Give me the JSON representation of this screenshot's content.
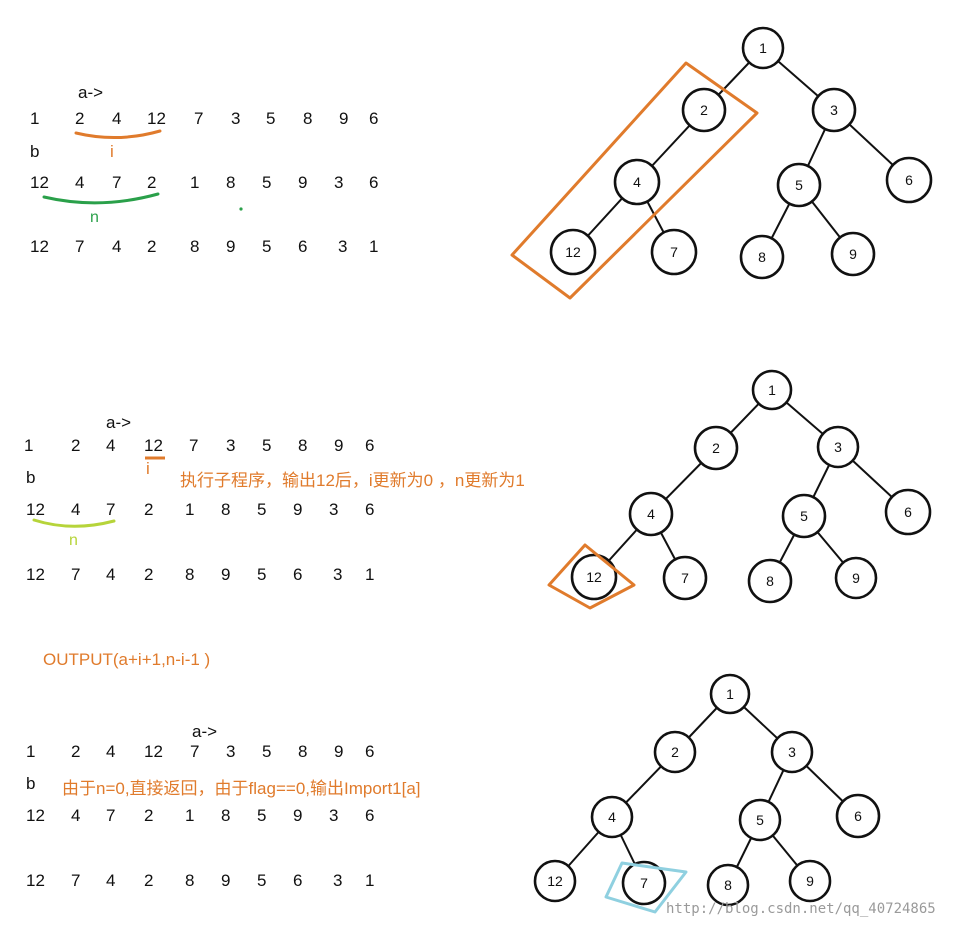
{
  "panels": [
    {
      "pointer": "a->",
      "rows": [
        [
          "1",
          "2",
          "4",
          "12",
          "7",
          "3",
          "5",
          "8",
          "9",
          "6"
        ],
        [
          "12",
          "4",
          "7",
          "2",
          "1",
          "8",
          "5",
          "9",
          "3",
          "6"
        ],
        [
          "12",
          "7",
          "4",
          "2",
          "8",
          "9",
          "5",
          "6",
          "3",
          "1"
        ]
      ],
      "b_label": "b",
      "i_label": "i",
      "n_label": "n",
      "tree": [
        "1",
        "2",
        "3",
        "4",
        "5",
        "6",
        "12",
        "7",
        "8",
        "9"
      ]
    },
    {
      "pointer": "a->",
      "rows": [
        [
          "1",
          "2",
          "4",
          "12",
          "7",
          "3",
          "5",
          "8",
          "9",
          "6"
        ],
        [
          "12",
          "4",
          "7",
          "2",
          "1",
          "8",
          "5",
          "9",
          "3",
          "6"
        ],
        [
          "12",
          "7",
          "4",
          "2",
          "8",
          "9",
          "5",
          "6",
          "3",
          "1"
        ]
      ],
      "b_label": "b",
      "i_label": "i",
      "n_label": "n",
      "note": "执行子程序，输出12后，i更新为0 ，n更新为1",
      "tree": [
        "1",
        "2",
        "3",
        "4",
        "5",
        "6",
        "12",
        "7",
        "8",
        "9"
      ]
    },
    {
      "pointer": "a->",
      "rows": [
        [
          "1",
          "2",
          "4",
          "12",
          "7",
          "3",
          "5",
          "8",
          "9",
          "6"
        ],
        [
          "12",
          "4",
          "7",
          "2",
          "1",
          "8",
          "5",
          "9",
          "3",
          "6"
        ],
        [
          "12",
          "7",
          "4",
          "2",
          "8",
          "9",
          "5",
          "6",
          "3",
          "1"
        ]
      ],
      "b_label": "b",
      "note": "由于n=0,直接返回，由于flag==0,输出Import1[a]",
      "tree": [
        "1",
        "2",
        "3",
        "4",
        "5",
        "6",
        "12",
        "7",
        "8",
        "9"
      ]
    }
  ],
  "output_call": "OUTPUT(a+i+1,n-i-1 )",
  "watermark": "http://blog.csdn.net/qq_40724865",
  "colors": {
    "orange": "#e07b2c",
    "green": "#2aa04a",
    "lime": "#b6d43a",
    "cyan": "#8fd0e0"
  }
}
